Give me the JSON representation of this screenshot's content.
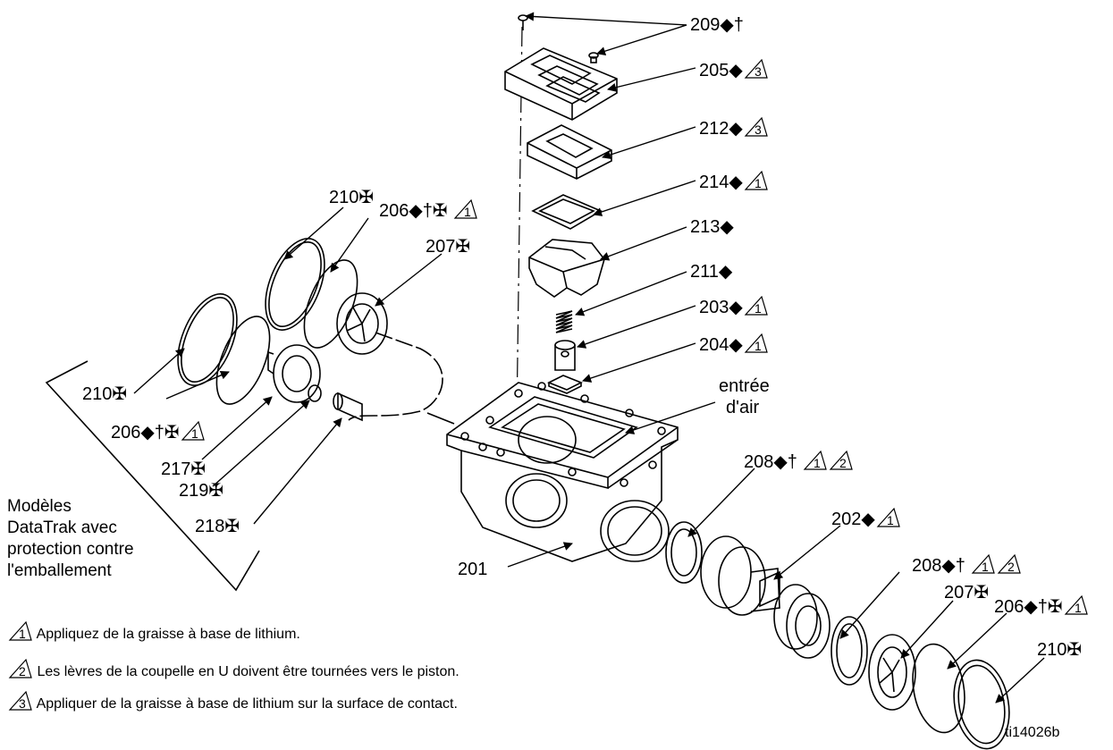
{
  "labels": {
    "l209": "209◆†",
    "l205": "205◆",
    "l212": "212◆",
    "l214": "214◆",
    "l213": "213◆",
    "l211": "211◆",
    "l203": "203◆",
    "l204": "204◆",
    "l210a": "210✠",
    "l206a": "206◆†✠",
    "l207a": "207✠",
    "l210b": "210✠",
    "l206b": "206◆†✠",
    "l217": "217✠",
    "l219": "219✠",
    "l218": "218✠",
    "air_inlet_1": "entrée",
    "air_inlet_2": "d'air",
    "l201": "201",
    "l208a": "208◆†",
    "l202": "202◆",
    "l208b": "208◆†",
    "l207b": "207✠",
    "l206c": "206◆†✠",
    "l210c": "210✠"
  },
  "triangle_marks": {
    "one": "1",
    "two": "2",
    "three": "3"
  },
  "models_note": [
    "Modèles",
    "DataTrak avec",
    "protection contre",
    "l'emballement"
  ],
  "legend": [
    {
      "mark": "1",
      "text": "Appliquez de la graisse à base de lithium."
    },
    {
      "mark": "2",
      "text": "Les lèvres de la coupelle en U doivent être tournées vers le piston."
    },
    {
      "mark": "3",
      "text": "Appliquer de la graisse à base de lithium sur la surface de contact."
    }
  ],
  "figure_id": "ti14026b"
}
